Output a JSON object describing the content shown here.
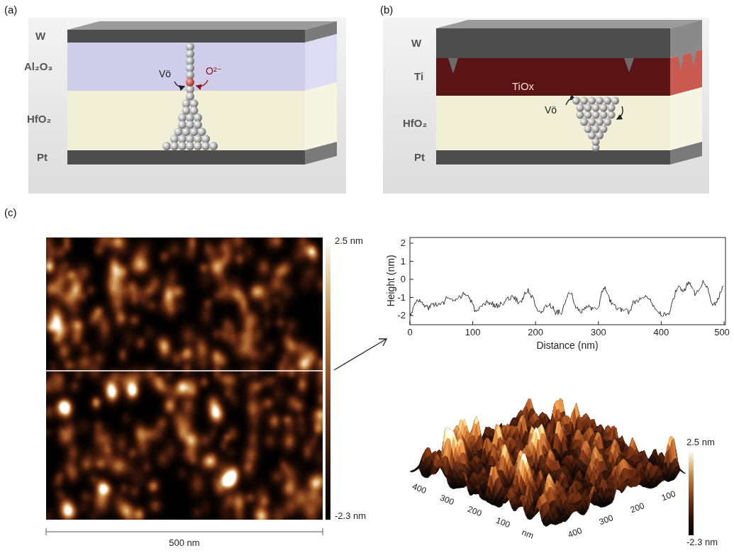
{
  "diagram": {
    "labels": [
      "(a)",
      "W",
      "Al₂O₃",
      "HfO₂",
      "Pt",
      "Vö",
      "O²⁻",
      "(b)",
      "W",
      "Ti",
      "TiOx",
      "Vö",
      "HfO₂",
      "Pt",
      "(c)",
      "2.5 nm",
      "-2.3 nm",
      "500 nm",
      "2",
      "1",
      "0",
      "-1",
      "-2",
      "Height (nm)",
      "0",
      "100",
      "200",
      "300",
      "400",
      "500",
      "Distance (nm)",
      "400",
      "300",
      "200",
      "100",
      "nm",
      "400",
      "300",
      "200",
      "100",
      "2.5 nm",
      "-2.3 nm"
    ]
  }
}
